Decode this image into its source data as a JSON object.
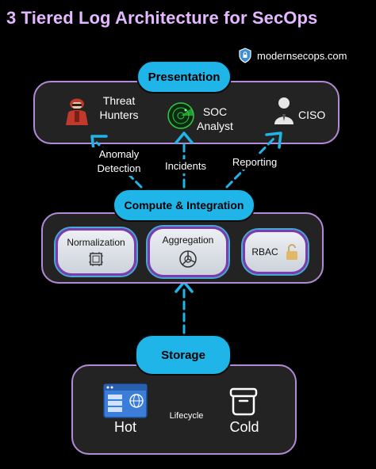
{
  "title": "3 Tiered Log Architecture for SecOps",
  "brand": {
    "text": "modernsecops.com",
    "icon": "shield-icon"
  },
  "presentation": {
    "label": "Presentation",
    "actors": [
      {
        "label_line1": "Threat",
        "label_line2": "Hunters",
        "icon": "hacker-icon"
      },
      {
        "label_line1": "SOC",
        "label_line2": "Analyst",
        "icon": "radar-icon"
      },
      {
        "label_line1": "CISO",
        "label_line2": "",
        "icon": "person-icon"
      }
    ]
  },
  "flows": {
    "left_line1": "Anomaly",
    "left_line2": "Detection",
    "middle": "Incidents",
    "right": "Reporting"
  },
  "compute": {
    "label": "Compute & Integration",
    "cards": [
      {
        "label": "Normalization",
        "icon": "grid-icon"
      },
      {
        "label": "Aggregation",
        "icon": "pie-chart-icon"
      },
      {
        "label": "RBAC",
        "icon": "padlock-icon"
      }
    ]
  },
  "storage": {
    "label": "Storage",
    "hot": "Hot",
    "cold": "Cold",
    "lifecycle": "Lifecycle"
  },
  "colors": {
    "accent": "#1fb5e8",
    "border": "#b48ad6",
    "title": "#e3b8ff"
  }
}
